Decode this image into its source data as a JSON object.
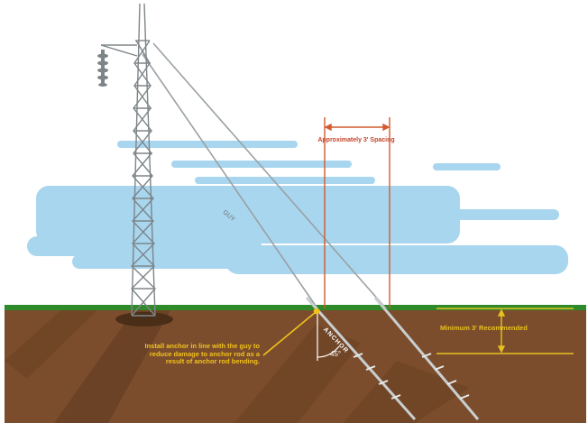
{
  "labels": {
    "spacing": "Approximately 3' Spacing",
    "minimum_depth": "Minimum 3' Recommended",
    "install_note": "Install anchor in line with the guy to reduce damage to anchor rod as a result of anchor rod bending.",
    "anchor": "ANCHOR",
    "angle": "45°",
    "guy": "GUY"
  },
  "colors": {
    "sky_cloud": "#a8d6ef",
    "grass": "#2f8a2a",
    "soil": "#7b4d2c",
    "soil_dark": "#5e3a20",
    "tower": "#7e8588",
    "spacing_line": "#d25a2e",
    "callout": "#f2c21b"
  }
}
